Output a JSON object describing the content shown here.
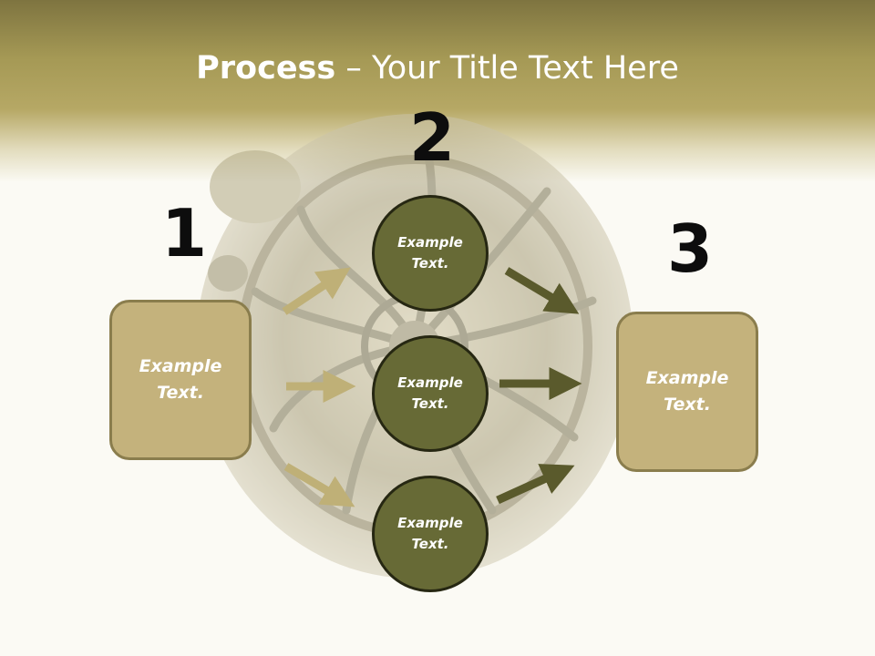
{
  "slide": {
    "title_bold": "Process",
    "title_rest": " – Your Title Text Here"
  },
  "steps": [
    {
      "number": "1",
      "text": "Example Text."
    },
    {
      "number": "2",
      "items": [
        "Example Text.",
        "Example Text.",
        "Example Text."
      ]
    },
    {
      "number": "3",
      "text": "Example Text."
    }
  ],
  "colors": {
    "header": "#a59955",
    "box_fill": "#c4b27c",
    "box_border": "#8a7d4d",
    "circle_fill": "#676a36",
    "circle_border": "#262712",
    "arrow_light": "#bfb077",
    "arrow_dark": "#5a5a2c"
  },
  "background_image": "brass-rosette-ornament"
}
